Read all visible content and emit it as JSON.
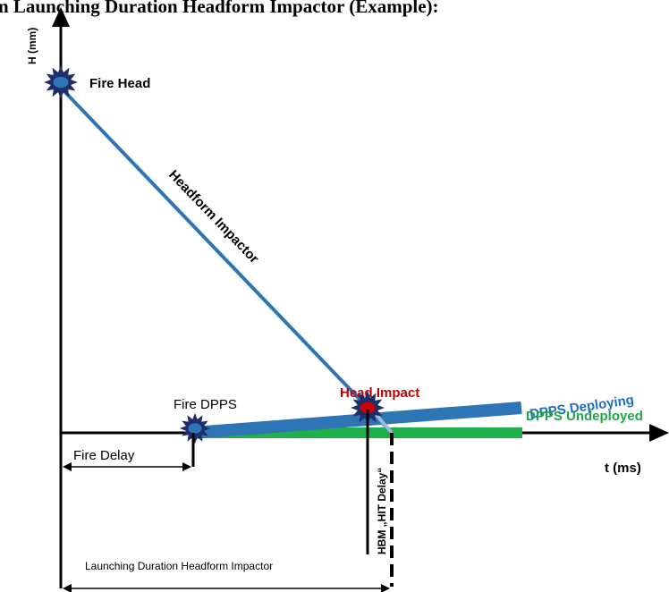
{
  "title": "n Launching Duration Headform Impactor (Example):",
  "axes": {
    "y_label": "H (mm)",
    "x_label": "t (ms)"
  },
  "events": {
    "fire_head": "Fire Head",
    "fire_dpps": "Fire DPPS",
    "head_impact": "Head Impact"
  },
  "lines": {
    "headform_impactor": "Headform Impactor",
    "dpps_deploying": "DPPS Deploying",
    "dpps_undeployed": "DPPS Undeployed"
  },
  "intervals": {
    "fire_delay": "Fire Delay",
    "launching_duration": "Launching Duration Headform Impactor",
    "hit_delay": "HBM „HIT Delay“"
  },
  "colors": {
    "headform_line": "#2e75b6",
    "dpps_deploying": "#2e75b6",
    "dpps_undeployed": "#1fb04a",
    "head_impact_text": "#c00000",
    "dpps_deploying_text": "#1f6fc5",
    "dpps_undeployed_text": "#1fa64a",
    "burst_fill": "#1f2d6b",
    "burst_core": "#2e75b6",
    "burst_impact_core": "#d00000"
  }
}
